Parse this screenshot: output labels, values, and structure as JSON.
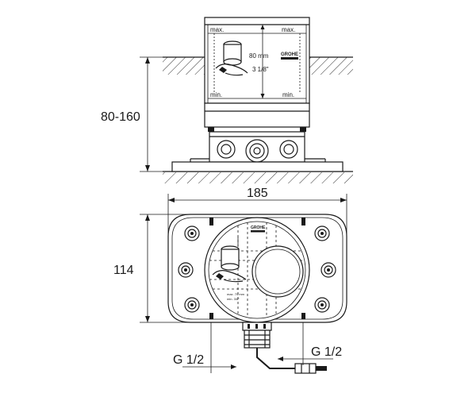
{
  "side_view": {
    "max_left": "max.",
    "max_right": "max.",
    "min_left": "min.",
    "min_right": "min.",
    "depth_mm": "80 mm",
    "depth_in": "3 1/8\"",
    "brand": "GROHE",
    "height_dim": "80-160"
  },
  "top_view": {
    "width_dim": "185",
    "height_dim": "114",
    "brand": "GROHE",
    "label_max": "max. 70 mm",
    "label_min": "min. 3/8\"",
    "thread_left": "G 1/2",
    "thread_right": "G 1/2"
  },
  "colors": {
    "line": "#1a1a1a",
    "hatch": "#1a1a1a",
    "background": "#ffffff"
  }
}
